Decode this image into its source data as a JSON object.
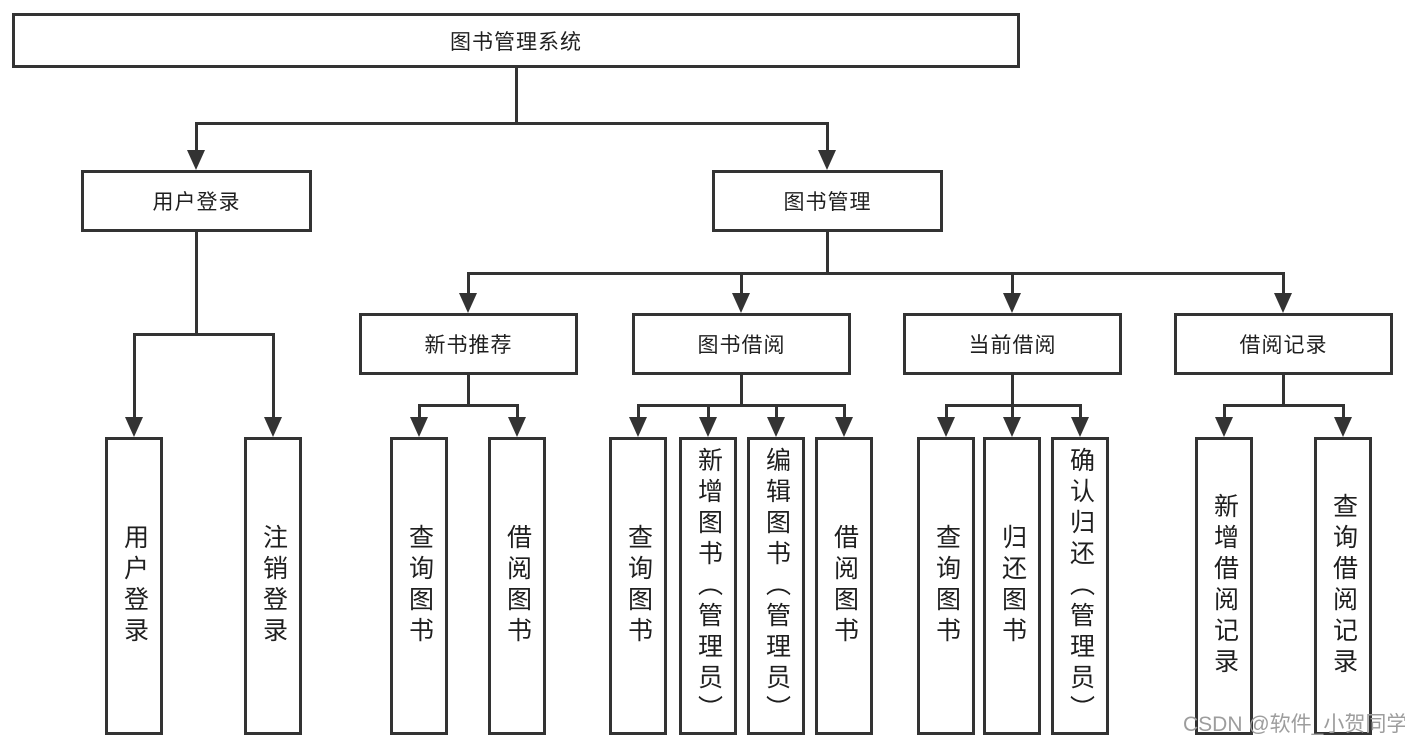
{
  "colors": {
    "line": "#333333",
    "text": "#1f1f1f",
    "box_background": "#ffffff",
    "watermark": "#9d9d9d"
  },
  "watermark": {
    "text": "CSDN @软件_小贺同学"
  },
  "tree": {
    "root": {
      "label": "图书管理系统",
      "children": [
        {
          "label": "用户登录",
          "children": [
            {
              "label": "用户登录"
            },
            {
              "label": "注销登录"
            }
          ]
        },
        {
          "label": "图书管理",
          "children": [
            {
              "label": "新书推荐",
              "children": [
                {
                  "label": "查询图书"
                },
                {
                  "label": "借阅图书"
                }
              ]
            },
            {
              "label": "图书借阅",
              "children": [
                {
                  "label": "查询图书"
                },
                {
                  "label": "新增图书（管理员）"
                },
                {
                  "label": "编辑图书（管理员）"
                },
                {
                  "label": "借阅图书"
                }
              ]
            },
            {
              "label": "当前借阅",
              "children": [
                {
                  "label": "查询图书"
                },
                {
                  "label": "归还图书"
                },
                {
                  "label": "确认归还（管理员）"
                }
              ]
            },
            {
              "label": "借阅记录",
              "children": [
                {
                  "label": "新增借阅记录"
                },
                {
                  "label": "查询借阅记录"
                }
              ]
            }
          ]
        }
      ]
    }
  }
}
